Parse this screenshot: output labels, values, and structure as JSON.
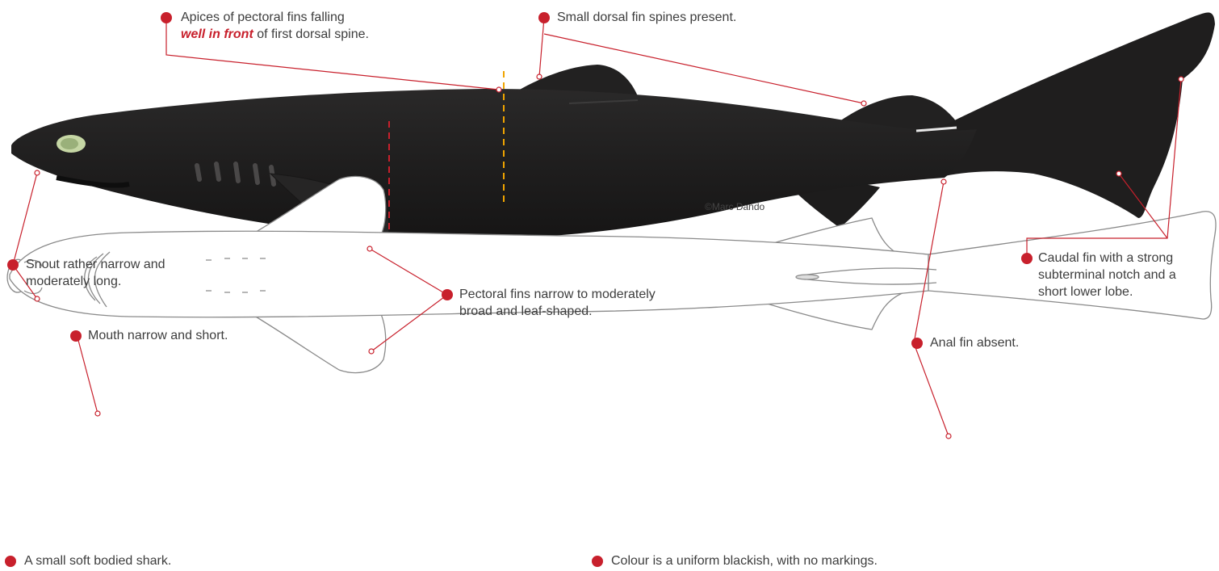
{
  "credit": "©Marc Dando",
  "callouts": {
    "pectoral_apices": {
      "before": "Apices of pectoral fins falling",
      "emphasis": "well in front",
      "after": " of first dorsal spine."
    },
    "dorsal_spines": "Small dorsal fin spines present.",
    "snout": [
      "Snout rather narrow and",
      "moderately long."
    ],
    "mouth": "Mouth narrow and short.",
    "pectoral_shape": [
      "Pectoral fins narrow to moderately",
      "broad and leaf-shaped."
    ],
    "caudal": [
      "Caudal fin with a strong",
      "subterminal notch and a",
      "short lower lobe."
    ],
    "anal": "Anal fin absent.",
    "body": "A small soft bodied shark.",
    "colour": "Colour is a uniform blackish, with no markings."
  },
  "colors": {
    "accent": "#c8202c",
    "shark_body": "#1f1e1e",
    "marker_orange": "#f0a400",
    "outline": "#8a8a8a"
  }
}
